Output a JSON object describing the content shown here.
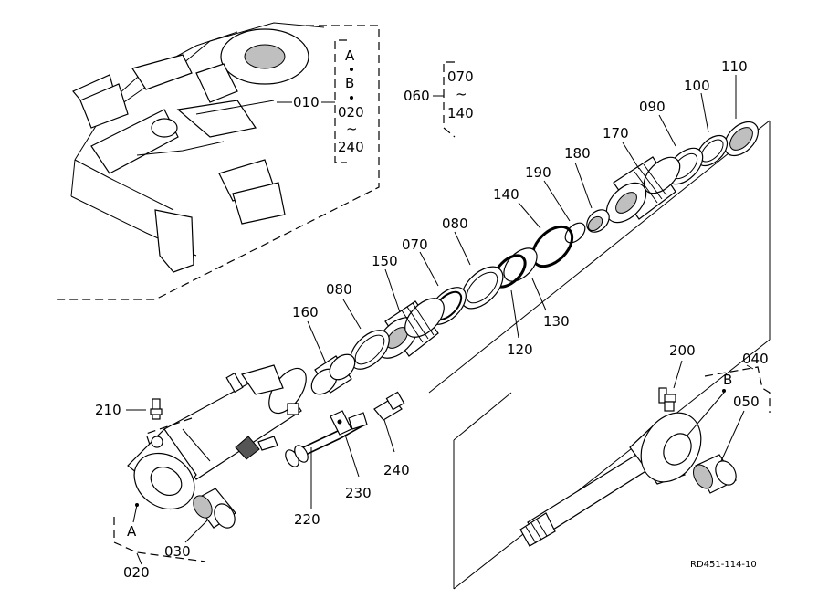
{
  "figure_code": "RD451-114-10",
  "labels": {
    "p010": "010",
    "p020_top": "020",
    "p240_top": "240",
    "tilde_top": "~",
    "dotA_top": "A",
    "dotB_top": "B",
    "p060": "060",
    "p070_top": "070",
    "p140_top": "140",
    "tilde_mid": "~",
    "p110": "110",
    "p100": "100",
    "p090": "090",
    "p170": "170",
    "p180": "180",
    "p190": "190",
    "p140": "140",
    "p080_a": "080",
    "p070": "070",
    "p150": "150",
    "p080_b": "080",
    "p160": "160",
    "p120": "120",
    "p130": "130",
    "p200": "200",
    "p040": "040",
    "p050": "050",
    "markB": "B",
    "p210": "210",
    "p240": "240",
    "p230": "230",
    "p220": "220",
    "p030": "030",
    "p020": "020",
    "markA": "A"
  }
}
